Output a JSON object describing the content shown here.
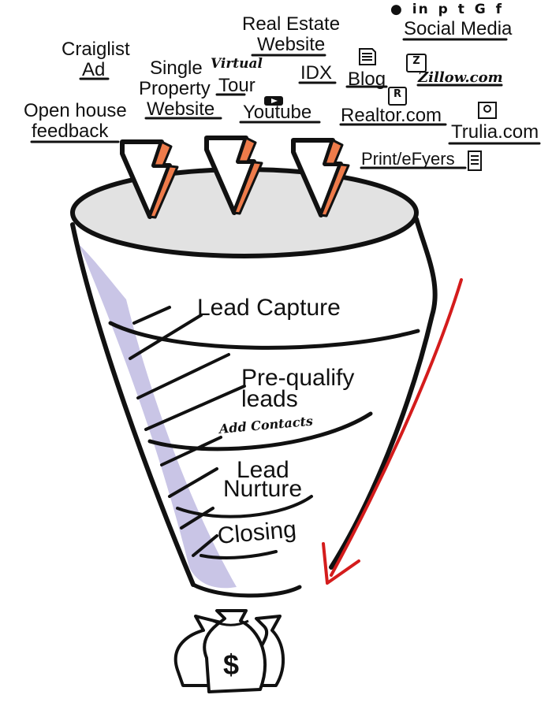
{
  "sources": {
    "craigslist": [
      "Craiglist",
      "Ad"
    ],
    "open_house": [
      "Open house",
      "feedback"
    ],
    "single_property": [
      "Single",
      "Property",
      "Website"
    ],
    "virtual_tour": [
      "Virtual",
      "Tour"
    ],
    "real_estate_website": [
      "Real Estate",
      "Website"
    ],
    "idx": "IDX",
    "youtube": "Youtube",
    "blog": "Blog",
    "social_media": "Social Media",
    "zillow": "Zillow.com",
    "realtor": "Realtor.com",
    "trulia": "Trulia.com",
    "print_flyers": "Print/eFyers"
  },
  "stages": {
    "lead_capture": "Lead Capture",
    "prequalify": [
      "Pre-qualify",
      "leads"
    ],
    "add_contacts": "Add Contacts",
    "nurture": [
      "Lead",
      "Nurture"
    ],
    "closing": "Closing"
  },
  "icons": {
    "social": [
      "myspace-icon",
      "linkedin-icon",
      "pinterest-icon",
      "tumblr-icon",
      "google-plus-icon",
      "facebook-icon"
    ],
    "zillow_badge": "Z",
    "realtor_badge": "R",
    "lightning": "lightning-bolt-icon",
    "money_bag": "money-bag-icon",
    "money_symbol": "$"
  },
  "colors": {
    "outline": "#111111",
    "bolt_accent": "#ee7b4a",
    "funnel_top": "#e2e2e2",
    "shadow": "#c9c5e6",
    "arrow": "#d41c1c"
  }
}
